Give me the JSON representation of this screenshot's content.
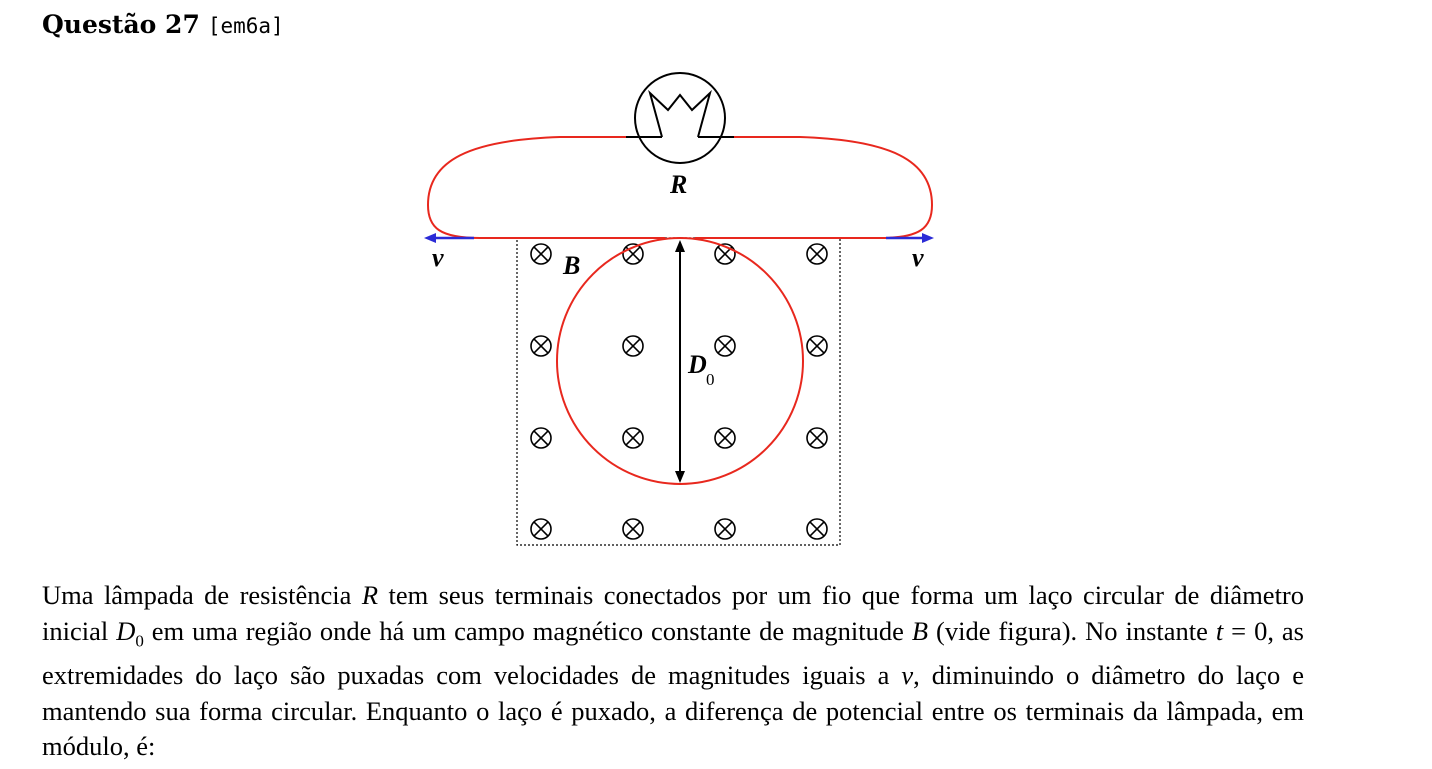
{
  "question": {
    "title": "Questão 27",
    "tag": "[em6a]"
  },
  "figure": {
    "labels": {
      "resistor": "R",
      "field": "B",
      "velocity_left": "v",
      "velocity_right": "v",
      "diameter": "D",
      "diameter_subscript": "0"
    },
    "colors": {
      "wire": "#e8281e",
      "velocity_arrow": "#2b2bd6",
      "ink": "#000000"
    },
    "icons": {
      "field_symbol": "field-into-page-icon",
      "lamp": "lamp-icon"
    }
  },
  "text": {
    "p1": "Uma lâmpada de resistência ",
    "R": "R",
    "p2": " tem seus terminais conectados por um fio que forma um laço circular de diâmetro inicial ",
    "D": "D",
    "D_sub": "0",
    "p3": " em uma região onde há um campo magnético constante de magnitude ",
    "B": "B",
    "p4": " (vide figura). No instante ",
    "t": "t",
    "eq": " = 0",
    "p5": ", as extremidades do laço são puxadas com velocidades de magnitudes iguais a ",
    "v": "v",
    "p6": ", diminuindo o diâmetro do laço e mantendo sua forma circular. Enquanto o laço é puxado, a diferença de potencial entre os terminais da lâmpada, em módulo, é:"
  }
}
